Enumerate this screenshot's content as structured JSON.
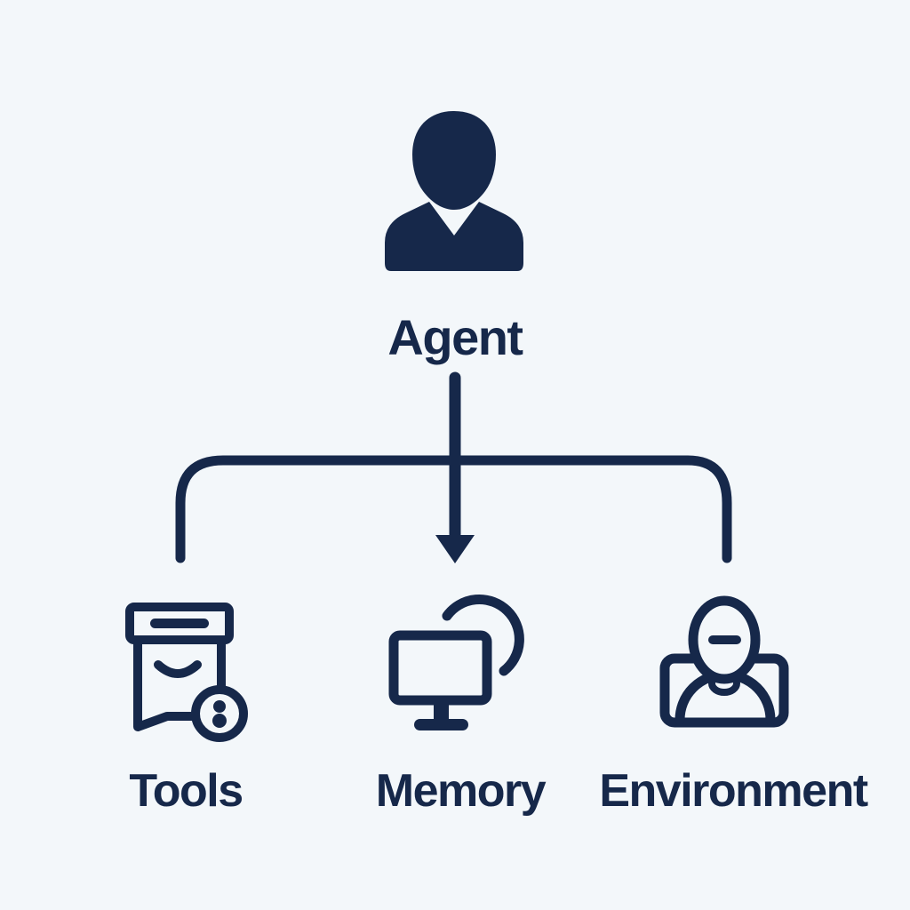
{
  "colors": {
    "ink": "#16284a",
    "background": "#f3f7fa"
  },
  "diagram": {
    "type": "tree",
    "root": {
      "label": "Agent",
      "icon": "agent-person-icon"
    },
    "children": [
      {
        "label": "Tools",
        "icon": "tools-box-icon"
      },
      {
        "label": "Memory",
        "icon": "memory-monitor-sync-icon"
      },
      {
        "label": "Environment",
        "icon": "environment-person-frame-icon"
      }
    ],
    "edges": [
      {
        "from": "Agent",
        "to": "Tools"
      },
      {
        "from": "Agent",
        "to": "Memory"
      },
      {
        "from": "Agent",
        "to": "Environment"
      }
    ]
  }
}
